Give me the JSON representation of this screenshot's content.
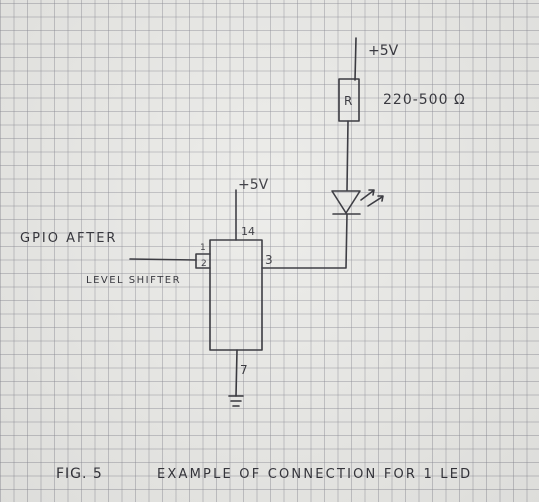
{
  "labels": {
    "supply_top": "+5V",
    "resistor": "R",
    "resistor_value": "220-500 Ω",
    "supply_ic": "+5V",
    "pin_14": "14",
    "pin_1": "1",
    "pin_2": "2",
    "pin_3": "3",
    "pin_7": "7",
    "gpio_line1": "GPIO AFTER",
    "gpio_line2": "LEVEL SHIFTER",
    "fig_number": "FIG. 5",
    "caption": "EXAMPLE OF CONNECTION FOR 1 LED"
  },
  "colors": {
    "ink": "#2e2e35",
    "paper": "#ebebe8",
    "grid": "#8c8c96"
  }
}
